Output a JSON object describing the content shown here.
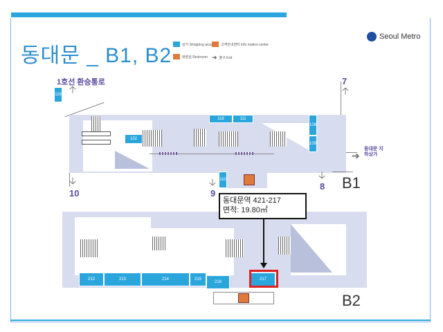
{
  "header": {
    "title": "동대문 _ B1, B2",
    "brand": "Seoul Metro"
  },
  "legend": [
    {
      "label": "상가 Shopping arcade",
      "color": "#2aa6dd"
    },
    {
      "label": "고객안내센터 Info mation center",
      "color": "#e07a3a"
    },
    {
      "label": "화장실 Restroom",
      "color": "#e07a3a"
    },
    {
      "label": "출구 Exit",
      "color": "#555555"
    }
  ],
  "map": {
    "transfer_label": "1호선 환승통로",
    "exits": [
      "7",
      "10",
      "9",
      "8"
    ],
    "exit_label": "동대문 지하상가",
    "levels": [
      "B1",
      "B2"
    ],
    "b1_shops": [
      "119",
      "118",
      "111",
      "108",
      "109",
      "102",
      "110"
    ],
    "b2_shops": [
      "212",
      "213",
      "214",
      "215",
      "216",
      "217"
    ]
  },
  "callout": {
    "line1": "동대문역 421-217",
    "line2": "면적: 19.80㎡"
  },
  "colors": {
    "accent": "#2aa6dd",
    "highlight": "#e01f1f",
    "wall": "#d7dcee"
  }
}
